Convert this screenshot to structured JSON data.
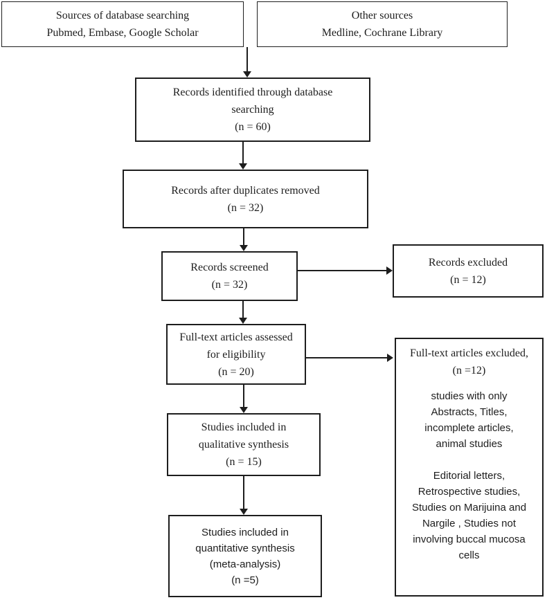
{
  "diagram_title": "PRISMA-style study selection flow diagram",
  "colors": {
    "line": "#1d1d1d",
    "background": "#ffffff",
    "text": "#1d1d1d"
  },
  "boxes": {
    "sources_db": {
      "line1": "Sources of database searching",
      "line2": "Pubmed, Embase, Google Scholar"
    },
    "other_sources": {
      "line1": "Other sources",
      "line2": "Medline, Cochrane Library"
    },
    "records_identified": {
      "line1": "Records identified through database",
      "line2": "searching",
      "line3": "(n = 60)"
    },
    "records_dedup": {
      "line1": "Records after duplicates removed",
      "line2": "(n = 32)"
    },
    "records_screened": {
      "line1": "Records screened",
      "line2": "(n = 32)"
    },
    "records_excluded": {
      "line1": "Records excluded",
      "line2": "(n = 12)"
    },
    "fulltext_assessed": {
      "line1": "Full-text articles assessed",
      "line2": "for eligibility",
      "line3": "(n = 20)"
    },
    "fulltext_excluded": {
      "line1": "Full-text articles excluded,",
      "line2": "(n =12)",
      "para2": [
        "studies with only",
        "Abstracts, Titles,",
        "incomplete articles,",
        "animal studies"
      ],
      "para3": [
        "Editorial letters,",
        "Retrospective studies,",
        "Studies on Marijuina and",
        "Nargile , Studies not",
        "involving buccal mucosa",
        "cells"
      ]
    },
    "qualitative": {
      "line1": "Studies included in",
      "line2": "qualitative synthesis",
      "line3": "(n = 15)"
    },
    "quantitative": {
      "line1": "Studies included in",
      "line2": "quantitative synthesis",
      "line3": "(meta-analysis)",
      "line4": "(n =5)"
    }
  }
}
